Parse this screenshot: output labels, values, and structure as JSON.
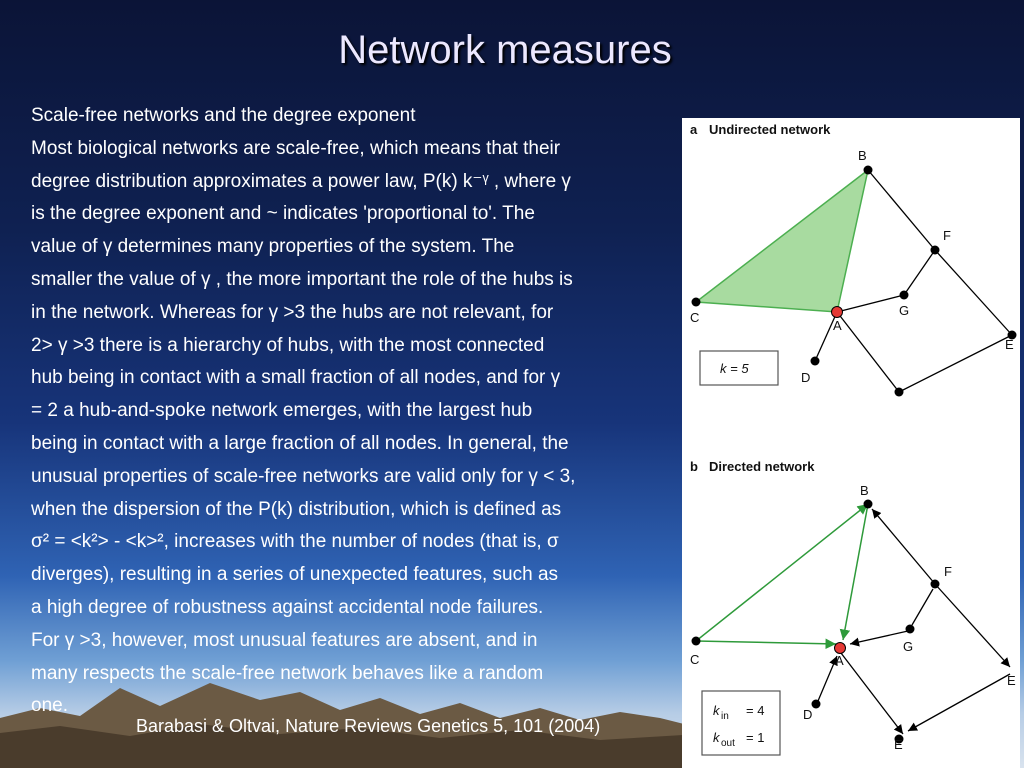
{
  "slide": {
    "title": "Network measures",
    "citation": "Barabasi & Oltvai, Nature Reviews Genetics 5, 101 (2004)"
  },
  "body": {
    "heading": "Scale-free networks and the degree exponent",
    "lines": [
      "Most biological networks are scale-free, which means that their",
      "degree distribution approximates a power law, P(k)   k⁻ᵞ , where γ",
      "is the degree exponent and ~  indicates 'proportional to'. The",
      "value of γ determines many properties of the system. The",
      "smaller the value of γ , the more important the role of the hubs is",
      "in the network. Whereas for γ >3 the hubs are not relevant, for",
      "2> γ >3 there is a hierarchy of hubs, with the most connected",
      "hub being in contact with a small fraction of all nodes, and for γ",
      "= 2 a hub-and-spoke network emerges, with the largest hub",
      "being in contact with a large fraction of all nodes. In general, the",
      "unusual properties of scale-free networks are valid only for γ < 3,",
      "when the dispersion of the P(k) distribution, which is defined as",
      "σ² = <k²> - <k>², increases with the number of nodes (that is, σ",
      "diverges), resulting in a series of unexpected features, such as",
      "a high degree of robustness against accidental node failures.",
      "For γ >3, however, most unusual features are absent, and in",
      "many respects the scale-free network behaves like a random",
      "one."
    ]
  },
  "figure": {
    "panel_a": {
      "letter": "a",
      "title": "Undirected network",
      "nodes": [
        "B",
        "F",
        "C",
        "A",
        "G",
        "E",
        "D"
      ],
      "box": "k = 5"
    },
    "panel_b": {
      "letter": "b",
      "title": "Directed network",
      "nodes": [
        "B",
        "F",
        "C",
        "A",
        "G",
        "E",
        "D"
      ],
      "box_kin_label": "k",
      "box_kin_sub": "in",
      "box_kin_value": "= 4",
      "box_kout_label": "k",
      "box_kout_sub": "out",
      "box_kout_value": "= 1"
    },
    "colors": {
      "triangle_fill": "#a8dba0",
      "triangle_stroke": "#4caf50",
      "green_edge": "#2e9a3a",
      "hub_node": "#e53935",
      "node": "#000000"
    }
  }
}
